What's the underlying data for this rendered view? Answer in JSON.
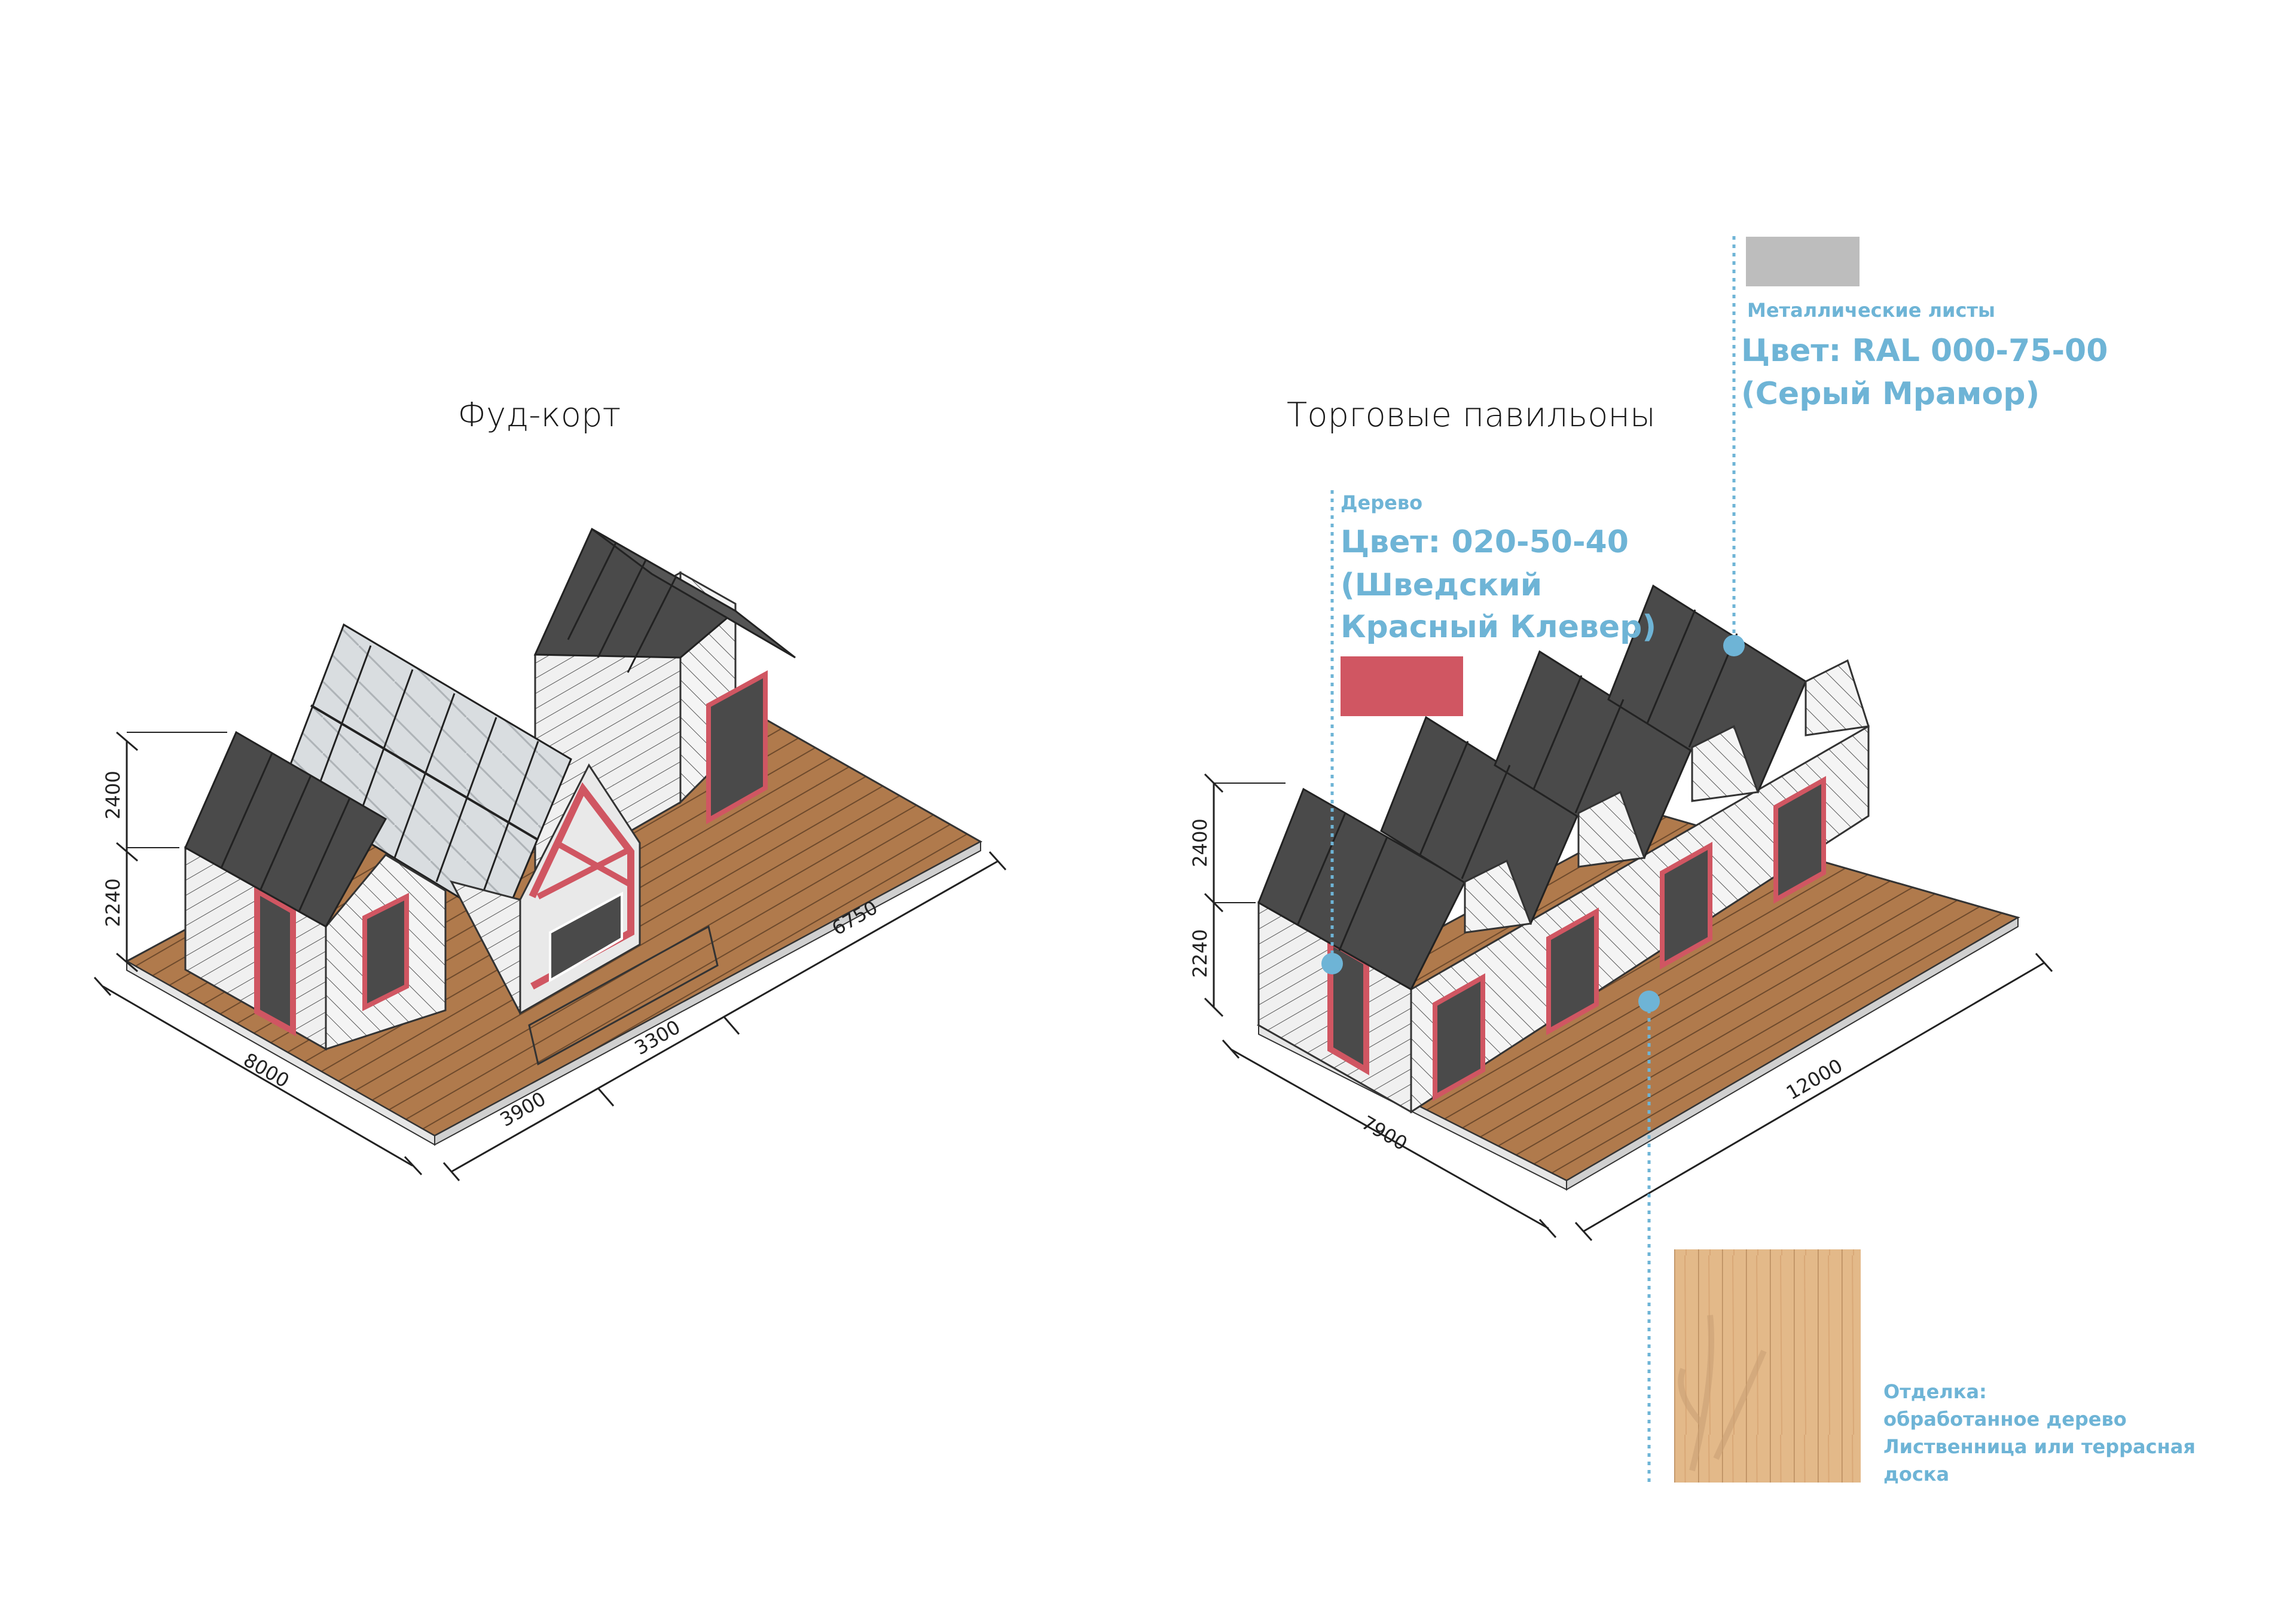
{
  "titles": {
    "food_court": "Фуд-корт",
    "pavilions": "Торговые павильоны"
  },
  "food_court_dims": {
    "h_upper": "2400",
    "h_lower": "2240",
    "width": "8000",
    "seg_a": "3900",
    "seg_b": "3300",
    "seg_c": "6750"
  },
  "pavilion_dims": {
    "h_upper": "2400",
    "h_lower": "2240",
    "width": "7900",
    "length": "12000"
  },
  "metal": {
    "caption": "Металлические листы",
    "color_line1": "Цвет: RAL 000-75-00",
    "color_line2": "(Серый Мрамор)",
    "swatch_color": "#bdbdbd"
  },
  "wood": {
    "caption": "Дерево",
    "color_line1": "Цвет: 020-50-40",
    "color_line2": "(Шведский",
    "color_line3": "Красный Клевер)",
    "swatch_color": "#d05662"
  },
  "finish": {
    "line1": "Отделка:",
    "line2": "обработанное дерево",
    "line3": "Лиственница или террасная",
    "line4": "доска"
  },
  "colors": {
    "accent_blue": "#6eb4d6",
    "roof": "#4a4a4a",
    "deck": "#a8744a",
    "frame_red": "#d05662"
  }
}
